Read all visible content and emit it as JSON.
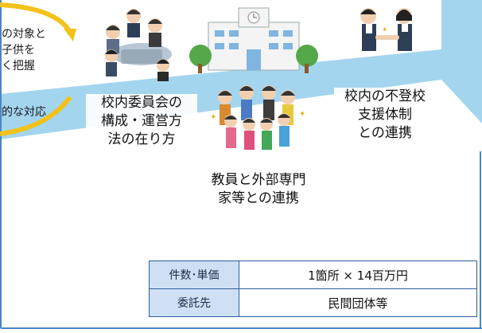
{
  "left_text": {
    "line1": "の対象と",
    "line2": "子供を",
    "line3": "く把握",
    "line4": "的な対応"
  },
  "labels": {
    "committee": [
      "校内委員会の",
      "構成・運営方",
      "法の在り方"
    ],
    "experts": [
      "教員と外部専門",
      "家等との連携"
    ],
    "support": [
      "校内の不登校",
      "支援体制",
      "との連携"
    ]
  },
  "table": {
    "rows": [
      {
        "header": "件数･単価",
        "value": "1箇所 × 14百万円"
      },
      {
        "header": "委託先",
        "value": "民間団体等"
      }
    ]
  },
  "colors": {
    "arrow": "#9ed3ee",
    "frame": "#4a86c5",
    "curve_arrow": "#f2c21b",
    "table_header": "#cfe0f5"
  }
}
